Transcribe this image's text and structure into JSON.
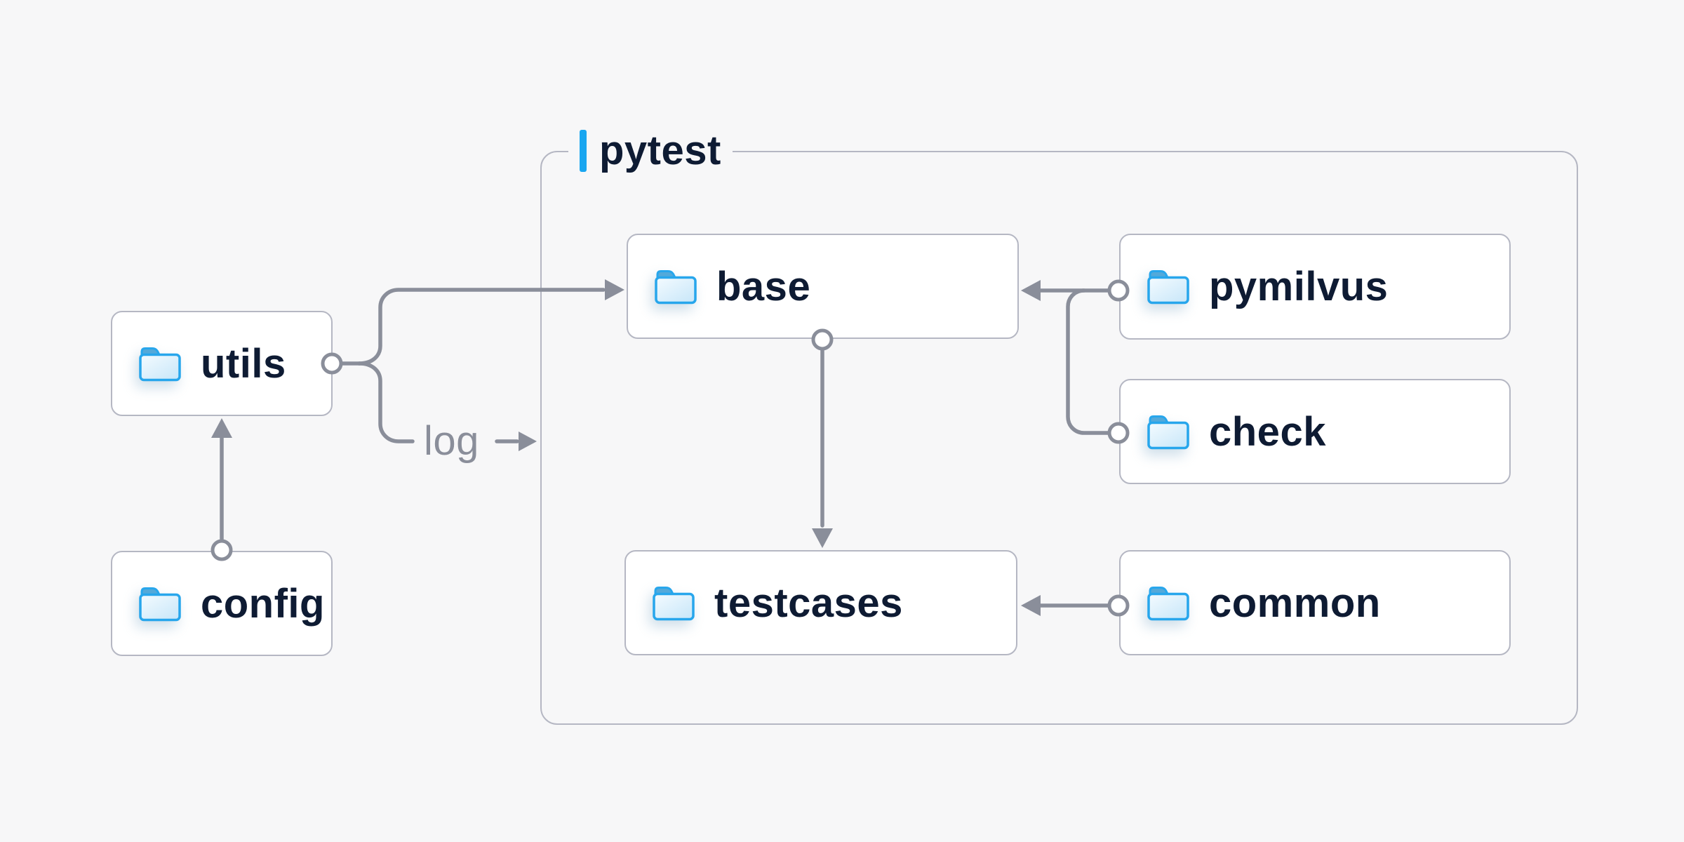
{
  "page": {
    "background": "#f7f7f8"
  },
  "container": {
    "label": "pytest",
    "accent_color": "#19a6f0"
  },
  "nodes": {
    "utils": {
      "label": "utils",
      "icon": "folder-icon"
    },
    "config": {
      "label": "config",
      "icon": "folder-icon"
    },
    "base": {
      "label": "base",
      "icon": "folder-icon"
    },
    "pymilvus": {
      "label": "pymilvus",
      "icon": "folder-icon"
    },
    "check": {
      "label": "check",
      "icon": "folder-icon"
    },
    "testcases": {
      "label": "testcases",
      "icon": "folder-icon"
    },
    "common": {
      "label": "common",
      "icon": "folder-icon"
    }
  },
  "edges": [
    {
      "from": "utils",
      "to": "base",
      "style": "arrow-with-dot"
    },
    {
      "from": "utils",
      "to": "pytest-container",
      "style": "arrow-with-dot",
      "label": "log"
    },
    {
      "from": "config",
      "to": "utils",
      "style": "arrow-with-dot"
    },
    {
      "from": "base",
      "to": "testcases",
      "style": "arrow-with-dot"
    },
    {
      "from": "pymilvus",
      "to": "base",
      "style": "arrow-with-dot"
    },
    {
      "from": "check",
      "to": "base",
      "style": "arrow-with-dot"
    },
    {
      "from": "common",
      "to": "testcases",
      "style": "arrow-with-dot"
    }
  ],
  "edge_label": {
    "log": "log"
  },
  "colors": {
    "connector": "#8a8e9a",
    "box_border": "#b5b7c3",
    "text_dark": "#0e1b33",
    "text_gray": "#8a8e9a",
    "accent_blue": "#19a6f0",
    "folder_outline": "#27a6ec",
    "folder_tab": "#53a9da"
  }
}
